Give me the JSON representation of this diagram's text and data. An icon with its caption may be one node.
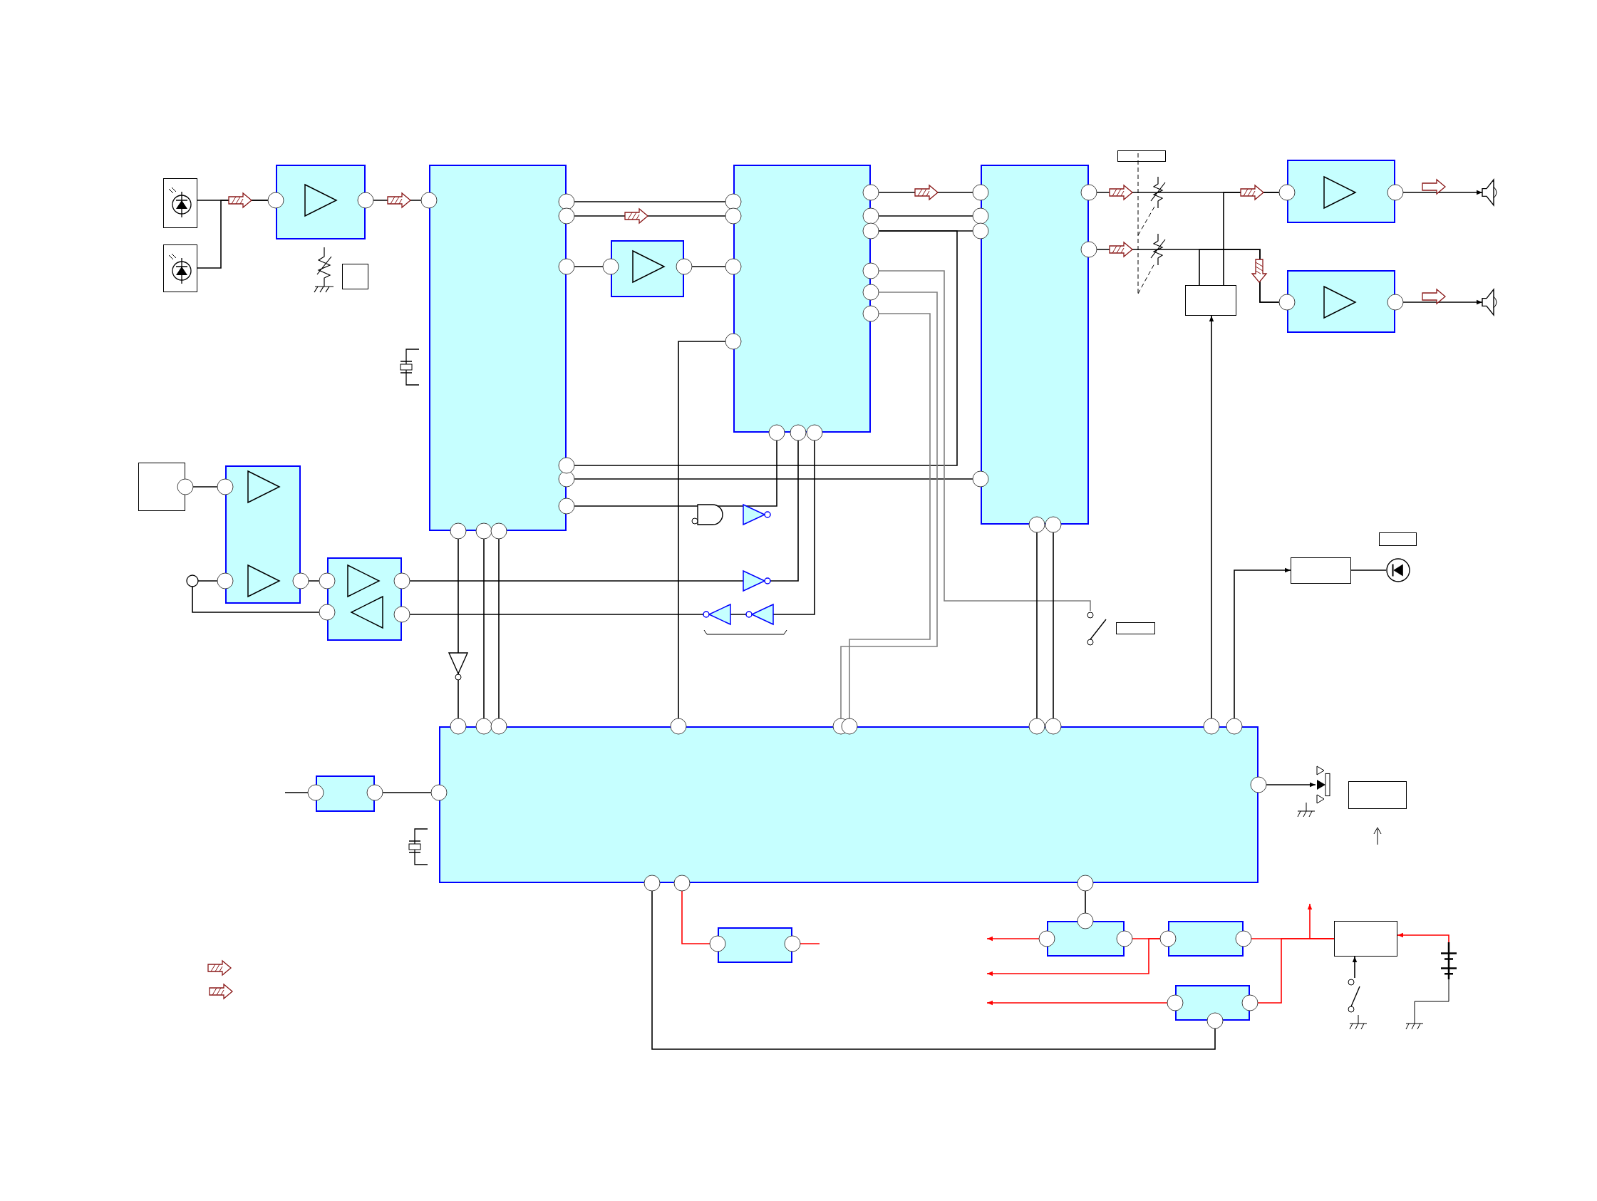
{
  "diagram": {
    "nodes": [
      {
        "text": [],
        "shape": "box"
      },
      {
        "text": [],
        "shape": "box"
      },
      {
        "text": [],
        "shape": "box"
      },
      {
        "text": [],
        "shape": "box"
      },
      {
        "text": [],
        "shape": "box"
      },
      {
        "text": [],
        "shape": "box"
      },
      {
        "text": [],
        "shape": "box"
      },
      {
        "text": [],
        "shape": "box"
      },
      {
        "text": [],
        "shape": "box"
      },
      {
        "text": [],
        "shape": "box"
      },
      {
        "text": [],
        "shape": "speaker"
      },
      {
        "text": [],
        "shape": "box"
      },
      {
        "text": [],
        "shape": "box"
      },
      {
        "text": [],
        "shape": "speaker"
      },
      {
        "text": [],
        "shape": "box"
      },
      {
        "text": [],
        "shape": "box"
      },
      {
        "text": [],
        "shape": "box"
      },
      {
        "text": [],
        "shape": "box"
      },
      {
        "text": [],
        "shape": "box"
      },
      {
        "text": [],
        "shape": "diode"
      },
      {
        "text": [],
        "shape": "box"
      },
      {
        "text": [],
        "shape": "box"
      },
      {
        "text": [],
        "shape": "box"
      },
      {
        "text": [],
        "shape": "box"
      },
      {
        "text": [],
        "shape": "box"
      },
      {
        "text": [],
        "shape": "box"
      },
      {
        "text": [],
        "shape": "box"
      },
      {
        "text": [],
        "shape": "box"
      },
      {
        "text": [],
        "shape": "box"
      },
      {
        "text": [],
        "shape": "jack"
      },
      {
        "text": [],
        "shape": "switch"
      },
      {
        "text": [],
        "shape": "battery"
      },
      {
        "text": [],
        "shape": "switch"
      }
    ],
    "edges": [
      {
        "from": 0,
        "to": 2,
        "arrow": "to"
      },
      {
        "from": 1,
        "to": 2,
        "arrow": "to"
      },
      {
        "from": 2,
        "to": 4,
        "arrow": "to"
      },
      {
        "from": 4,
        "to": 6,
        "arrow": "to"
      },
      {
        "from": 4,
        "to": 6,
        "arrow": "to"
      },
      {
        "from": 4,
        "to": 5,
        "arrow": "to"
      },
      {
        "from": 5,
        "to": 6,
        "arrow": "to"
      },
      {
        "from": 6,
        "to": 7,
        "arrow": "to"
      },
      {
        "from": 6,
        "to": 7,
        "arrow": "to"
      },
      {
        "from": 6,
        "to": 7,
        "arrow": "both"
      },
      {
        "from": 4,
        "to": 7,
        "arrow": "to"
      },
      {
        "from": 4,
        "to": 6,
        "arrow": "none"
      },
      {
        "from": 4,
        "to": 6,
        "arrow": "to"
      },
      {
        "from": 6,
        "to": 21,
        "arrow": "none"
      },
      {
        "from": 14,
        "to": 15,
        "arrow": "to"
      },
      {
        "from": 15,
        "to": 16,
        "arrow": "to"
      },
      {
        "from": 16,
        "to": 15,
        "arrow": "to"
      },
      {
        "from": 16,
        "to": 6,
        "arrow": "to"
      },
      {
        "from": 6,
        "to": 16,
        "arrow": "to"
      },
      {
        "from": 4,
        "to": 21,
        "arrow": "to"
      },
      {
        "from": 21,
        "to": 4,
        "arrow": "to"
      },
      {
        "from": 21,
        "to": 4,
        "arrow": "to"
      },
      {
        "from": 21,
        "to": 6,
        "arrow": "to",
        "color": "#808080"
      },
      {
        "from": 6,
        "to": 21,
        "arrow": "to",
        "color": "#808080"
      },
      {
        "from": 30,
        "to": 6,
        "arrow": "to",
        "color": "#808080"
      },
      {
        "from": 21,
        "to": 7,
        "arrow": "to"
      },
      {
        "from": 21,
        "to": 7,
        "arrow": "to"
      },
      {
        "from": 7,
        "to": 9,
        "arrow": "to"
      },
      {
        "from": 7,
        "to": 12,
        "arrow": "to"
      },
      {
        "from": 11,
        "to": 9,
        "arrow": "none"
      },
      {
        "from": 11,
        "to": 12,
        "arrow": "none"
      },
      {
        "from": 21,
        "to": 11,
        "arrow": "to"
      },
      {
        "from": 9,
        "to": 10,
        "arrow": "to"
      },
      {
        "from": 12,
        "to": 13,
        "arrow": "to"
      },
      {
        "from": 21,
        "to": 18,
        "arrow": "to"
      },
      {
        "from": 18,
        "to": 19,
        "arrow": "none"
      },
      {
        "from": 22,
        "to": 21,
        "arrow": "to"
      },
      {
        "from": null,
        "to": 22,
        "arrow": "none"
      },
      {
        "from": 21,
        "to": 29,
        "arrow": "both"
      },
      {
        "from": 21,
        "to": 25,
        "arrow": "to"
      },
      {
        "from": 26,
        "to": 25,
        "arrow": "to",
        "color": "#ff0000"
      },
      {
        "from": 25,
        "to": null,
        "arrow": "to",
        "color": "#ff0000"
      },
      {
        "from": 26,
        "to": null,
        "arrow": "to",
        "color": "#ff0000"
      },
      {
        "from": 27,
        "to": 26,
        "arrow": "to",
        "color": "#ff0000"
      },
      {
        "from": 27,
        "to": 28,
        "arrow": "to",
        "color": "#ff0000"
      },
      {
        "from": 28,
        "to": null,
        "arrow": "to",
        "color": "#ff0000"
      },
      {
        "from": 27,
        "to": null,
        "arrow": "to",
        "color": "#ff0000"
      },
      {
        "from": 31,
        "to": 27,
        "arrow": "to",
        "color": "#ff0000"
      },
      {
        "from": 32,
        "to": 27,
        "arrow": "to"
      },
      {
        "from": 21,
        "to": 28,
        "arrow": "to"
      },
      {
        "from": null,
        "to": 24,
        "arrow": "to",
        "color": "#ff0000"
      },
      {
        "from": 24,
        "to": 21,
        "arrow": "to",
        "color": "#ff0000"
      }
    ]
  }
}
